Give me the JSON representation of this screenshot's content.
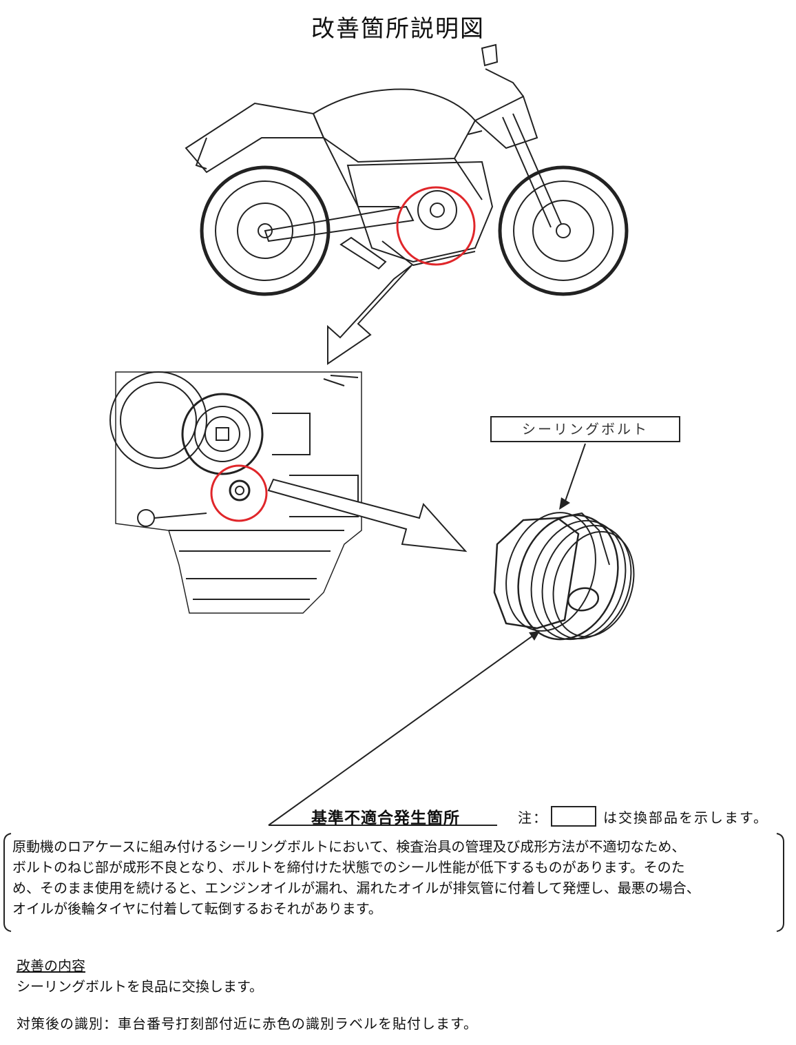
{
  "title": "改善箇所説明図",
  "part_label": "シーリングボルト",
  "nonconformity_heading": "基準不適合発生箇所",
  "note": {
    "prefix": "注：",
    "suffix": "は交換部品を示します。"
  },
  "description_lines": [
    "原動機のロアケースに組み付けるシーリングボルトにおいて、検査治具の管理及び成形方法が不適切なため、",
    "ボルトのねじ部が成形不良となり、ボルトを締付けた状態でのシール性能が低下するものがあります。そのた",
    "め、そのまま使用を続けると、エンジンオイルが漏れ、漏れたオイルが排気管に付着して発煙し、最悪の場合、",
    "オイルが後輪タイヤに付着して転倒するおそれがあります。"
  ],
  "improvement": {
    "heading": "改善の内容",
    "text": "シーリングボルトを良品に交換します。"
  },
  "identification": "対策後の識別：車台番号打刻部付近に赤色の識別ラベルを貼付します。",
  "colors": {
    "highlight_circle": "#e0262a",
    "line": "#222222"
  }
}
